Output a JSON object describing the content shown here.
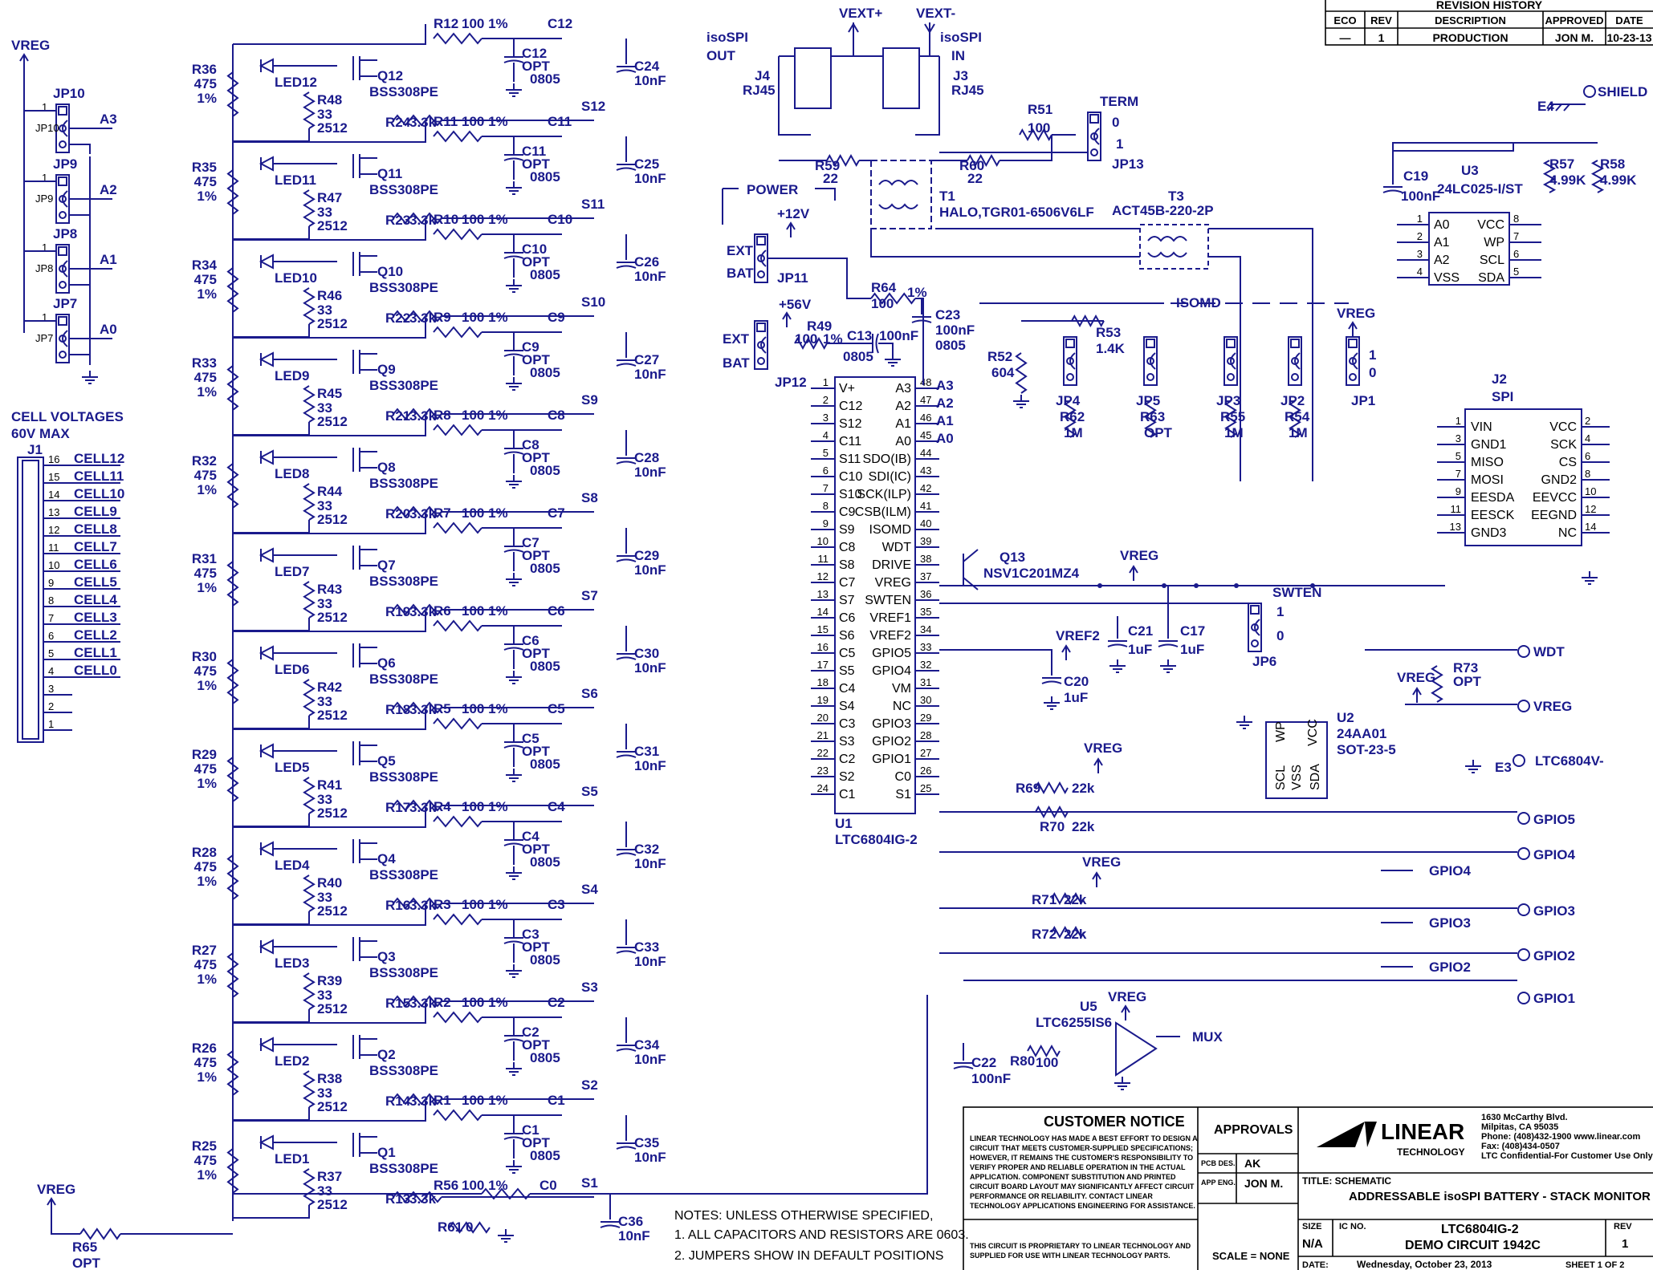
{
  "revision": {
    "title": "REVISION HISTORY",
    "headers": [
      "ECO",
      "REV",
      "DESCRIPTION",
      "APPROVED",
      "DATE"
    ],
    "row": [
      "—",
      "1",
      "PRODUCTION",
      "JON M.",
      "10-23-13"
    ]
  },
  "left_labels": {
    "vreg_top": "VREG",
    "cell_voltages": "CELL VOLTAGES",
    "max": "60V MAX",
    "j1": "J1",
    "vreg_bottom": "VREG",
    "r65": "R65",
    "r65_val": "OPT"
  },
  "jumpers_addr": [
    {
      "ref": "JP10",
      "net": "A3"
    },
    {
      "ref": "JP9",
      "net": "A2"
    },
    {
      "ref": "JP8",
      "net": "A1"
    },
    {
      "ref": "JP7",
      "net": "A0"
    }
  ],
  "j1_pins": [
    {
      "pin": "16",
      "net": "CELL12"
    },
    {
      "pin": "15",
      "net": "CELL11"
    },
    {
      "pin": "14",
      "net": "CELL10"
    },
    {
      "pin": "13",
      "net": "CELL9"
    },
    {
      "pin": "12",
      "net": "CELL8"
    },
    {
      "pin": "11",
      "net": "CELL7"
    },
    {
      "pin": "10",
      "net": "CELL6"
    },
    {
      "pin": "9",
      "net": "CELL5"
    },
    {
      "pin": "8",
      "net": "CELL4"
    },
    {
      "pin": "7",
      "net": "CELL3"
    },
    {
      "pin": "6",
      "net": "CELL2"
    },
    {
      "pin": "5",
      "net": "CELL1"
    },
    {
      "pin": "4",
      "net": "CELL0"
    },
    {
      "pin": "3",
      "net": ""
    },
    {
      "pin": "2",
      "net": ""
    },
    {
      "pin": "1",
      "net": ""
    }
  ],
  "cells": [
    {
      "r_bal": "R36",
      "led": "LED12",
      "q": "Q12",
      "r_g": "R48",
      "r_s": "R12",
      "c": "C12",
      "c_val": "OPT",
      "c2": "C24",
      "s": "S12",
      "r_d": "R24"
    },
    {
      "r_bal": "R35",
      "led": "LED11",
      "q": "Q11",
      "r_g": "R47",
      "r_s": "R11",
      "c": "C11",
      "c_val": "OPT",
      "c2": "C25",
      "s": "S11",
      "r_d": "R23"
    },
    {
      "r_bal": "R34",
      "led": "LED10",
      "q": "Q10",
      "r_g": "R46",
      "r_s": "R10",
      "c": "C10",
      "c_val": "OPT",
      "c2": "C26",
      "s": "S10",
      "r_d": "R22"
    },
    {
      "r_bal": "R33",
      "led": "LED9",
      "q": "Q9",
      "r_g": "R45",
      "r_s": "R9",
      "c": "C9",
      "c_val": "OPT",
      "c2": "C27",
      "s": "S9",
      "r_d": "R21"
    },
    {
      "r_bal": "R32",
      "led": "LED8",
      "q": "Q8",
      "r_g": "R44",
      "r_s": "R8",
      "c": "C8",
      "c_val": "OPT",
      "c2": "C28",
      "s": "S8",
      "r_d": "R20"
    },
    {
      "r_bal": "R31",
      "led": "LED7",
      "q": "Q7",
      "r_g": "R43",
      "r_s": "R7",
      "c": "C7",
      "c_val": "OPT",
      "c2": "C29",
      "s": "S7",
      "r_d": "R19"
    },
    {
      "r_bal": "R30",
      "led": "LED6",
      "q": "Q6",
      "r_g": "R42",
      "r_s": "R6",
      "c": "C6",
      "c_val": "OPT",
      "c2": "C30",
      "s": "S6",
      "r_d": "R18"
    },
    {
      "r_bal": "R29",
      "led": "LED5",
      "q": "Q5",
      "r_g": "R41",
      "r_s": "R5",
      "c": "C5",
      "c_val": "OPT",
      "c2": "C31",
      "s": "S5",
      "r_d": "R17"
    },
    {
      "r_bal": "R28",
      "led": "LED4",
      "q": "Q4",
      "r_g": "R40",
      "r_s": "R4",
      "c": "C4",
      "c_val": "OPT",
      "c2": "C32",
      "s": "S4",
      "r_d": "R16"
    },
    {
      "r_bal": "R27",
      "led": "LED3",
      "q": "Q3",
      "r_g": "R39",
      "r_s": "R3",
      "c": "C3",
      "c_val": "OPT",
      "c2": "C33",
      "s": "S3",
      "r_d": "R15"
    },
    {
      "r_bal": "R26",
      "led": "LED2",
      "q": "Q2",
      "r_g": "R38",
      "r_s": "R2",
      "c": "C2",
      "c_val": "OPT",
      "c2": "C34",
      "s": "S2",
      "r_d": "R14"
    },
    {
      "r_bal": "R25",
      "led": "LED1",
      "q": "Q1",
      "r_g": "R37",
      "r_s": "R1",
      "c": "C1",
      "c_val": "OPT",
      "c2": "C35",
      "s": "S1",
      "r_d": "R13"
    }
  ],
  "cell_values": {
    "r_bal_val": "475",
    "r_bal_tol": "1%",
    "q_part": "BSS308PE",
    "r_g_val": "33",
    "r_g_pkg": "2512",
    "r_s_val": "100 1%",
    "c_pkg": "0805",
    "c2_val": "10nF",
    "r_d_val": "3.3k",
    "nc": "2",
    "nd": "3",
    "ng": "1"
  },
  "bottom_cell": {
    "r56": "R56",
    "r56_val": "100 1%",
    "c0": "C0",
    "c36": "C36",
    "c36_val": "10nF",
    "r61": "R61",
    "r61_val": "0"
  },
  "u1": {
    "ref": "U1",
    "part": "LTC6804IG-2",
    "left_pins": [
      {
        "n": "1",
        "name": "V+"
      },
      {
        "n": "2",
        "name": "C12"
      },
      {
        "n": "3",
        "name": "S12"
      },
      {
        "n": "4",
        "name": "C11"
      },
      {
        "n": "5",
        "name": "S11"
      },
      {
        "n": "6",
        "name": "C10"
      },
      {
        "n": "7",
        "name": "S10"
      },
      {
        "n": "8",
        "name": "C9"
      },
      {
        "n": "9",
        "name": "S9"
      },
      {
        "n": "10",
        "name": "C8"
      },
      {
        "n": "11",
        "name": "S8"
      },
      {
        "n": "12",
        "name": "C7"
      },
      {
        "n": "13",
        "name": "S7"
      },
      {
        "n": "14",
        "name": "C6"
      },
      {
        "n": "15",
        "name": "S6"
      },
      {
        "n": "16",
        "name": "C5"
      },
      {
        "n": "17",
        "name": "S5"
      },
      {
        "n": "18",
        "name": "C4"
      },
      {
        "n": "19",
        "name": "S4"
      },
      {
        "n": "20",
        "name": "C3"
      },
      {
        "n": "21",
        "name": "S3"
      },
      {
        "n": "22",
        "name": "C2"
      },
      {
        "n": "23",
        "name": "S2"
      },
      {
        "n": "24",
        "name": "C1"
      }
    ],
    "right_pins": [
      {
        "n": "48",
        "name": "A3",
        "net": "A3"
      },
      {
        "n": "47",
        "name": "A2",
        "net": "A2"
      },
      {
        "n": "46",
        "name": "A1",
        "net": "A1"
      },
      {
        "n": "45",
        "name": "A0",
        "net": "A0"
      },
      {
        "n": "44",
        "name": "SDO(IB)",
        "net": ""
      },
      {
        "n": "43",
        "name": "SDI(IC)",
        "net": ""
      },
      {
        "n": "42",
        "name": "SCK(ILP)",
        "net": ""
      },
      {
        "n": "41",
        "name": "CSB(ILM)",
        "net": ""
      },
      {
        "n": "40",
        "name": "ISOMD",
        "net": ""
      },
      {
        "n": "39",
        "name": "WDT",
        "net": ""
      },
      {
        "n": "38",
        "name": "DRIVE",
        "net": ""
      },
      {
        "n": "37",
        "name": "VREG",
        "net": ""
      },
      {
        "n": "36",
        "name": "SWTEN",
        "net": ""
      },
      {
        "n": "35",
        "name": "VREF1",
        "net": ""
      },
      {
        "n": "34",
        "name": "VREF2",
        "net": ""
      },
      {
        "n": "33",
        "name": "GPIO5",
        "net": ""
      },
      {
        "n": "32",
        "name": "GPIO4",
        "net": ""
      },
      {
        "n": "31",
        "name": "VM",
        "net": ""
      },
      {
        "n": "30",
        "name": "NC",
        "net": ""
      },
      {
        "n": "29",
        "name": "GPIO3",
        "net": ""
      },
      {
        "n": "28",
        "name": "GPIO2",
        "net": ""
      },
      {
        "n": "27",
        "name": "GPIO1",
        "net": ""
      },
      {
        "n": "26",
        "name": "C0",
        "net": ""
      },
      {
        "n": "25",
        "name": "S1",
        "net": ""
      }
    ]
  },
  "top_conn": {
    "vext_p": "VEXT+",
    "vext_m": "VEXT-",
    "isospi_out": "isoSPI",
    "out": "OUT",
    "isospi_in": "isoSPI",
    "in": "IN",
    "j4": "J4",
    "j4_part": "RJ45",
    "j3": "J3",
    "j3_part": "RJ45",
    "r51": "R51",
    "r51_val": "100",
    "term": "TERM",
    "jp13": "JP13",
    "jp13_0": "0",
    "jp13_1": "1",
    "r59": "R59",
    "r59_val": "22",
    "r60": "R60",
    "r60_val": "22",
    "t1": "T1",
    "t1_part": "HALO,TGR01-6506V6LF",
    "t3": "T3",
    "t3_part": "ACT45B-220-2P",
    "shield": "SHIELD",
    "e4": "E4"
  },
  "power": {
    "power": "POWER",
    "v12": "+12V",
    "ext": "EXT",
    "bat": "BAT",
    "jp11": "JP11",
    "v56": "+56V",
    "r49": "R49",
    "r49_val": "100",
    "r49_tol": "1%",
    "c13": "C13",
    "c13_val": "100nF",
    "c13_pkg": "0805",
    "jp12": "JP12",
    "ext2": "EXT",
    "bat2": "BAT",
    "r64": "R64",
    "r64_val": "100",
    "r64_tol": "1%",
    "c23": "C23",
    "c23_val": "100nF",
    "c23_pkg": "0805"
  },
  "isomd": {
    "label": "ISOMD",
    "r52": "R52",
    "r52_val": "604",
    "r53": "R53",
    "r53_val": "1.4K",
    "jp4": "JP4",
    "r62": "R62",
    "r62_val": "1M",
    "jp5": "JP5",
    "r63": "R63",
    "r63_val": "OPT",
    "jp3": "JP3",
    "r55": "R55",
    "r55_val": "1M",
    "jp2": "JP2",
    "r54": "R54",
    "r54_val": "1M",
    "vreg": "VREG",
    "jp1": "JP1",
    "jp1_1": "1",
    "jp1_0": "0"
  },
  "u3": {
    "ref": "U3",
    "part": "24LC025-I/ST",
    "c19": "C19",
    "c19_val": "100nF",
    "r57": "R57",
    "r57_val": "4.99K",
    "r58": "R58",
    "r58_val": "4.99K",
    "left": [
      {
        "n": "1",
        "name": "A0"
      },
      {
        "n": "2",
        "name": "A1"
      },
      {
        "n": "3",
        "name": "A2"
      },
      {
        "n": "4",
        "name": "VSS"
      }
    ],
    "right": [
      {
        "n": "8",
        "name": "VCC"
      },
      {
        "n": "7",
        "name": "WP"
      },
      {
        "n": "6",
        "name": "SCL"
      },
      {
        "n": "5",
        "name": "SDA"
      }
    ]
  },
  "j2": {
    "ref": "J2",
    "part": "SPI",
    "left": [
      {
        "n": "1",
        "name": "VIN"
      },
      {
        "n": "3",
        "name": "GND1"
      },
      {
        "n": "5",
        "name": "MISO"
      },
      {
        "n": "7",
        "name": "MOSI"
      },
      {
        "n": "9",
        "name": "EESDA"
      },
      {
        "n": "11",
        "name": "EESCK"
      },
      {
        "n": "13",
        "name": "GND3"
      }
    ],
    "right": [
      {
        "n": "2",
        "name": "VCC"
      },
      {
        "n": "4",
        "name": "SCK"
      },
      {
        "n": "6",
        "name": "CS"
      },
      {
        "n": "8",
        "name": "GND2"
      },
      {
        "n": "10",
        "name": "EEVCC"
      },
      {
        "n": "12",
        "name": "EEGND"
      },
      {
        "n": "14",
        "name": "NC"
      }
    ]
  },
  "mid": {
    "q13": "Q13",
    "q13_part": "NSV1C201MZ4",
    "vreg": "VREG",
    "swten": "SWTEN",
    "jp6": "JP6",
    "jp6_1": "1",
    "jp6_0": "0",
    "c21": "C21",
    "c21_val": "1uF",
    "c17": "C17",
    "c17_val": "1uF",
    "vref2": "VREF2",
    "c20": "C20",
    "c20_val": "1uF",
    "wdt": "WDT",
    "vreg_out": "VREG",
    "r73": "R73",
    "r73_val": "OPT",
    "vreg2": "VREG",
    "u2": "U2",
    "u2_part": "24AA01",
    "u2_pkg": "SOT-23-5",
    "e3": "E3",
    "ltc_v": "LTC6804V-",
    "vreg3": "VREG",
    "r69": "R69",
    "r69_val": "22k",
    "r70": "R70",
    "r70_val": "22k",
    "gpio5": "GPIO5",
    "gpio4": "GPIO4",
    "gpio4_int": "GPIO4",
    "vreg4": "VREG",
    "r71": "R71",
    "r71_val": "22k",
    "r72": "R72",
    "r72_val": "22k",
    "gpio3": "GPIO3",
    "gpio3_int": "GPIO3",
    "gpio2_int": "GPIO2",
    "gpio2": "GPIO2",
    "gpio1": "GPIO1"
  },
  "u5": {
    "ref": "U5",
    "part": "LTC6255IS6",
    "vreg": "VREG",
    "mux": "MUX",
    "c22": "C22",
    "c22_val": "100nF",
    "r80": "R80",
    "r80_val": "100"
  },
  "notes": {
    "n0": "NOTES: UNLESS OTHERWISE SPECIFIED,",
    "n1": "1.  ALL CAPACITORS AND RESISTORS ARE 0603.",
    "n2": "2.  JUMPERS SHOW IN DEFAULT POSITIONS"
  },
  "title_block": {
    "customer_notice": "CUSTOMER NOTICE",
    "notice_lines": [
      "LINEAR TECHNOLOGY HAS MADE A BEST EFFORT TO DESIGN A",
      "CIRCUIT THAT MEETS CUSTOMER-SUPPLIED SPECIFICATIONS;",
      "HOWEVER, IT REMAINS THE CUSTOMER'S RESPONSIBILITY TO",
      "VERIFY PROPER AND RELIABLE OPERATION IN THE ACTUAL",
      "APPLICATION.  COMPONENT SUBSTITUTION AND PRINTED",
      "CIRCUIT BOARD LAYOUT MAY SIGNIFICANTLY AFFECT CIRCUIT",
      "PERFORMANCE OR RELIABILITY.  CONTACT LINEAR",
      "TECHNOLOGY APPLICATIONS ENGINEERING FOR ASSISTANCE."
    ],
    "proprietary": [
      "THIS CIRCUIT IS PROPRIETARY TO LINEAR TECHNOLOGY AND",
      "SUPPLIED FOR USE WITH LINEAR TECHNOLOGY PARTS."
    ],
    "approvals": "APPROVALS",
    "pcb_des": "PCB DES.",
    "pcb_val": "AK",
    "app_eng": "APP ENG.",
    "app_val": "JON M.",
    "scale": "SCALE = NONE",
    "logo": "LINEAR",
    "logo_sub": "TECHNOLOGY",
    "addr": [
      "1630 McCarthy Blvd.",
      "Milpitas, CA 95035",
      "Phone: (408)432-1900  www.linear.com",
      "Fax: (408)434-0507",
      "LTC Confidential-For Customer Use Only"
    ],
    "title_label": "TITLE: SCHEMATIC",
    "title": "ADDRESSABLE isoSPI BATTERY - STACK MONITOR",
    "size_label": "SIZE",
    "size": "N/A",
    "ic_label": "IC NO.",
    "ic": "LTC6804IG-2",
    "dc": "DEMO CIRCUIT 1942C",
    "rev_label": "REV",
    "rev": "1",
    "date_label": "DATE:",
    "date": "Wednesday, October 23, 2013",
    "sheet": "SHEET  1   OF  2"
  }
}
